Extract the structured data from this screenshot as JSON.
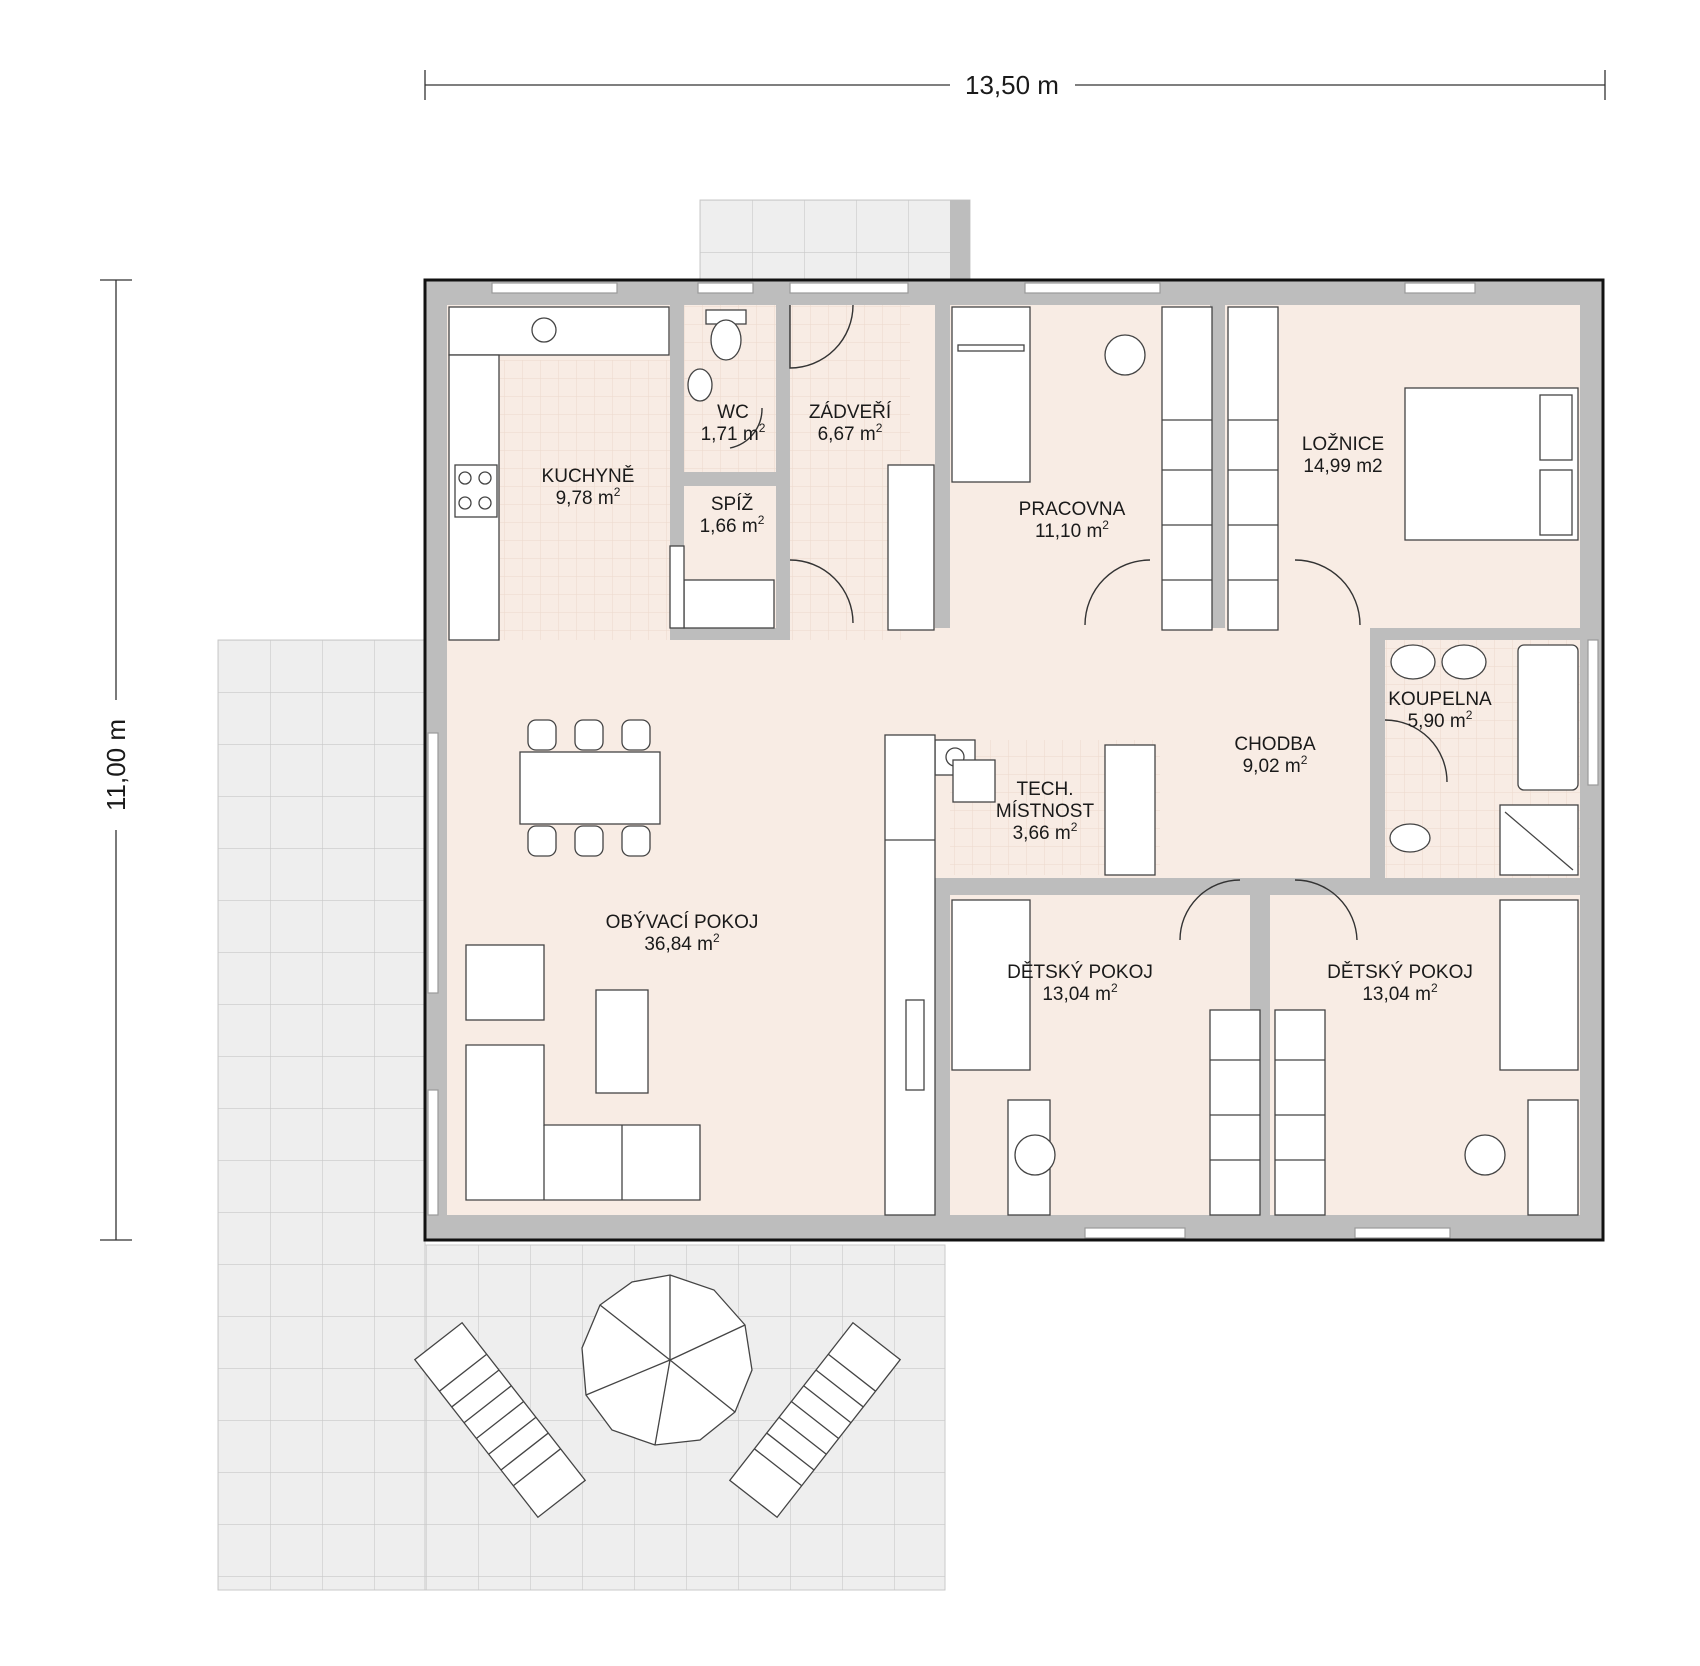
{
  "dimensions": {
    "width": "13,50 m",
    "height": "11,00 m"
  },
  "rooms": [
    {
      "id": "kuchyne",
      "name": "KUCHYNĚ",
      "area": "9,78 m",
      "sup": "2"
    },
    {
      "id": "wc",
      "name": "WC",
      "area": "1,71 m",
      "sup": "2"
    },
    {
      "id": "zadveri",
      "name": "ZÁDVEŘÍ",
      "area": "6,67 m",
      "sup": "2"
    },
    {
      "id": "spiz",
      "name": "SPÍŽ",
      "area": "1,66 m",
      "sup": "2"
    },
    {
      "id": "pracovna",
      "name": "PRACOVNA",
      "area": "11,10 m",
      "sup": "2"
    },
    {
      "id": "loznice",
      "name": "LOŽNICE",
      "area": "14,99 m2",
      "sup": ""
    },
    {
      "id": "koupelna",
      "name": "KOUPELNA",
      "area": "5,90 m",
      "sup": "2"
    },
    {
      "id": "chodba",
      "name": "CHODBA",
      "area": "9,02 m",
      "sup": "2"
    },
    {
      "id": "tech",
      "name": "TECH.",
      "name2": "MÍSTNOST",
      "area": "3,66 m",
      "sup": "2"
    },
    {
      "id": "obyvaci",
      "name": "OBÝVACÍ POKOJ",
      "area": "36,84 m",
      "sup": "2"
    },
    {
      "id": "detsky1",
      "name": "DĚTSKÝ POKOJ",
      "area": "13,04 m",
      "sup": "2"
    },
    {
      "id": "detsky2",
      "name": "DĚTSKÝ POKOJ",
      "area": "13,04 m",
      "sup": "2"
    }
  ],
  "colors": {
    "floor": "#f8ece4",
    "wall": "#bdbdbd",
    "outline": "#111111",
    "paving": "#eeeeee",
    "paving_grid": "#c9c9c9",
    "tile_grid": "#ecd9cc"
  }
}
